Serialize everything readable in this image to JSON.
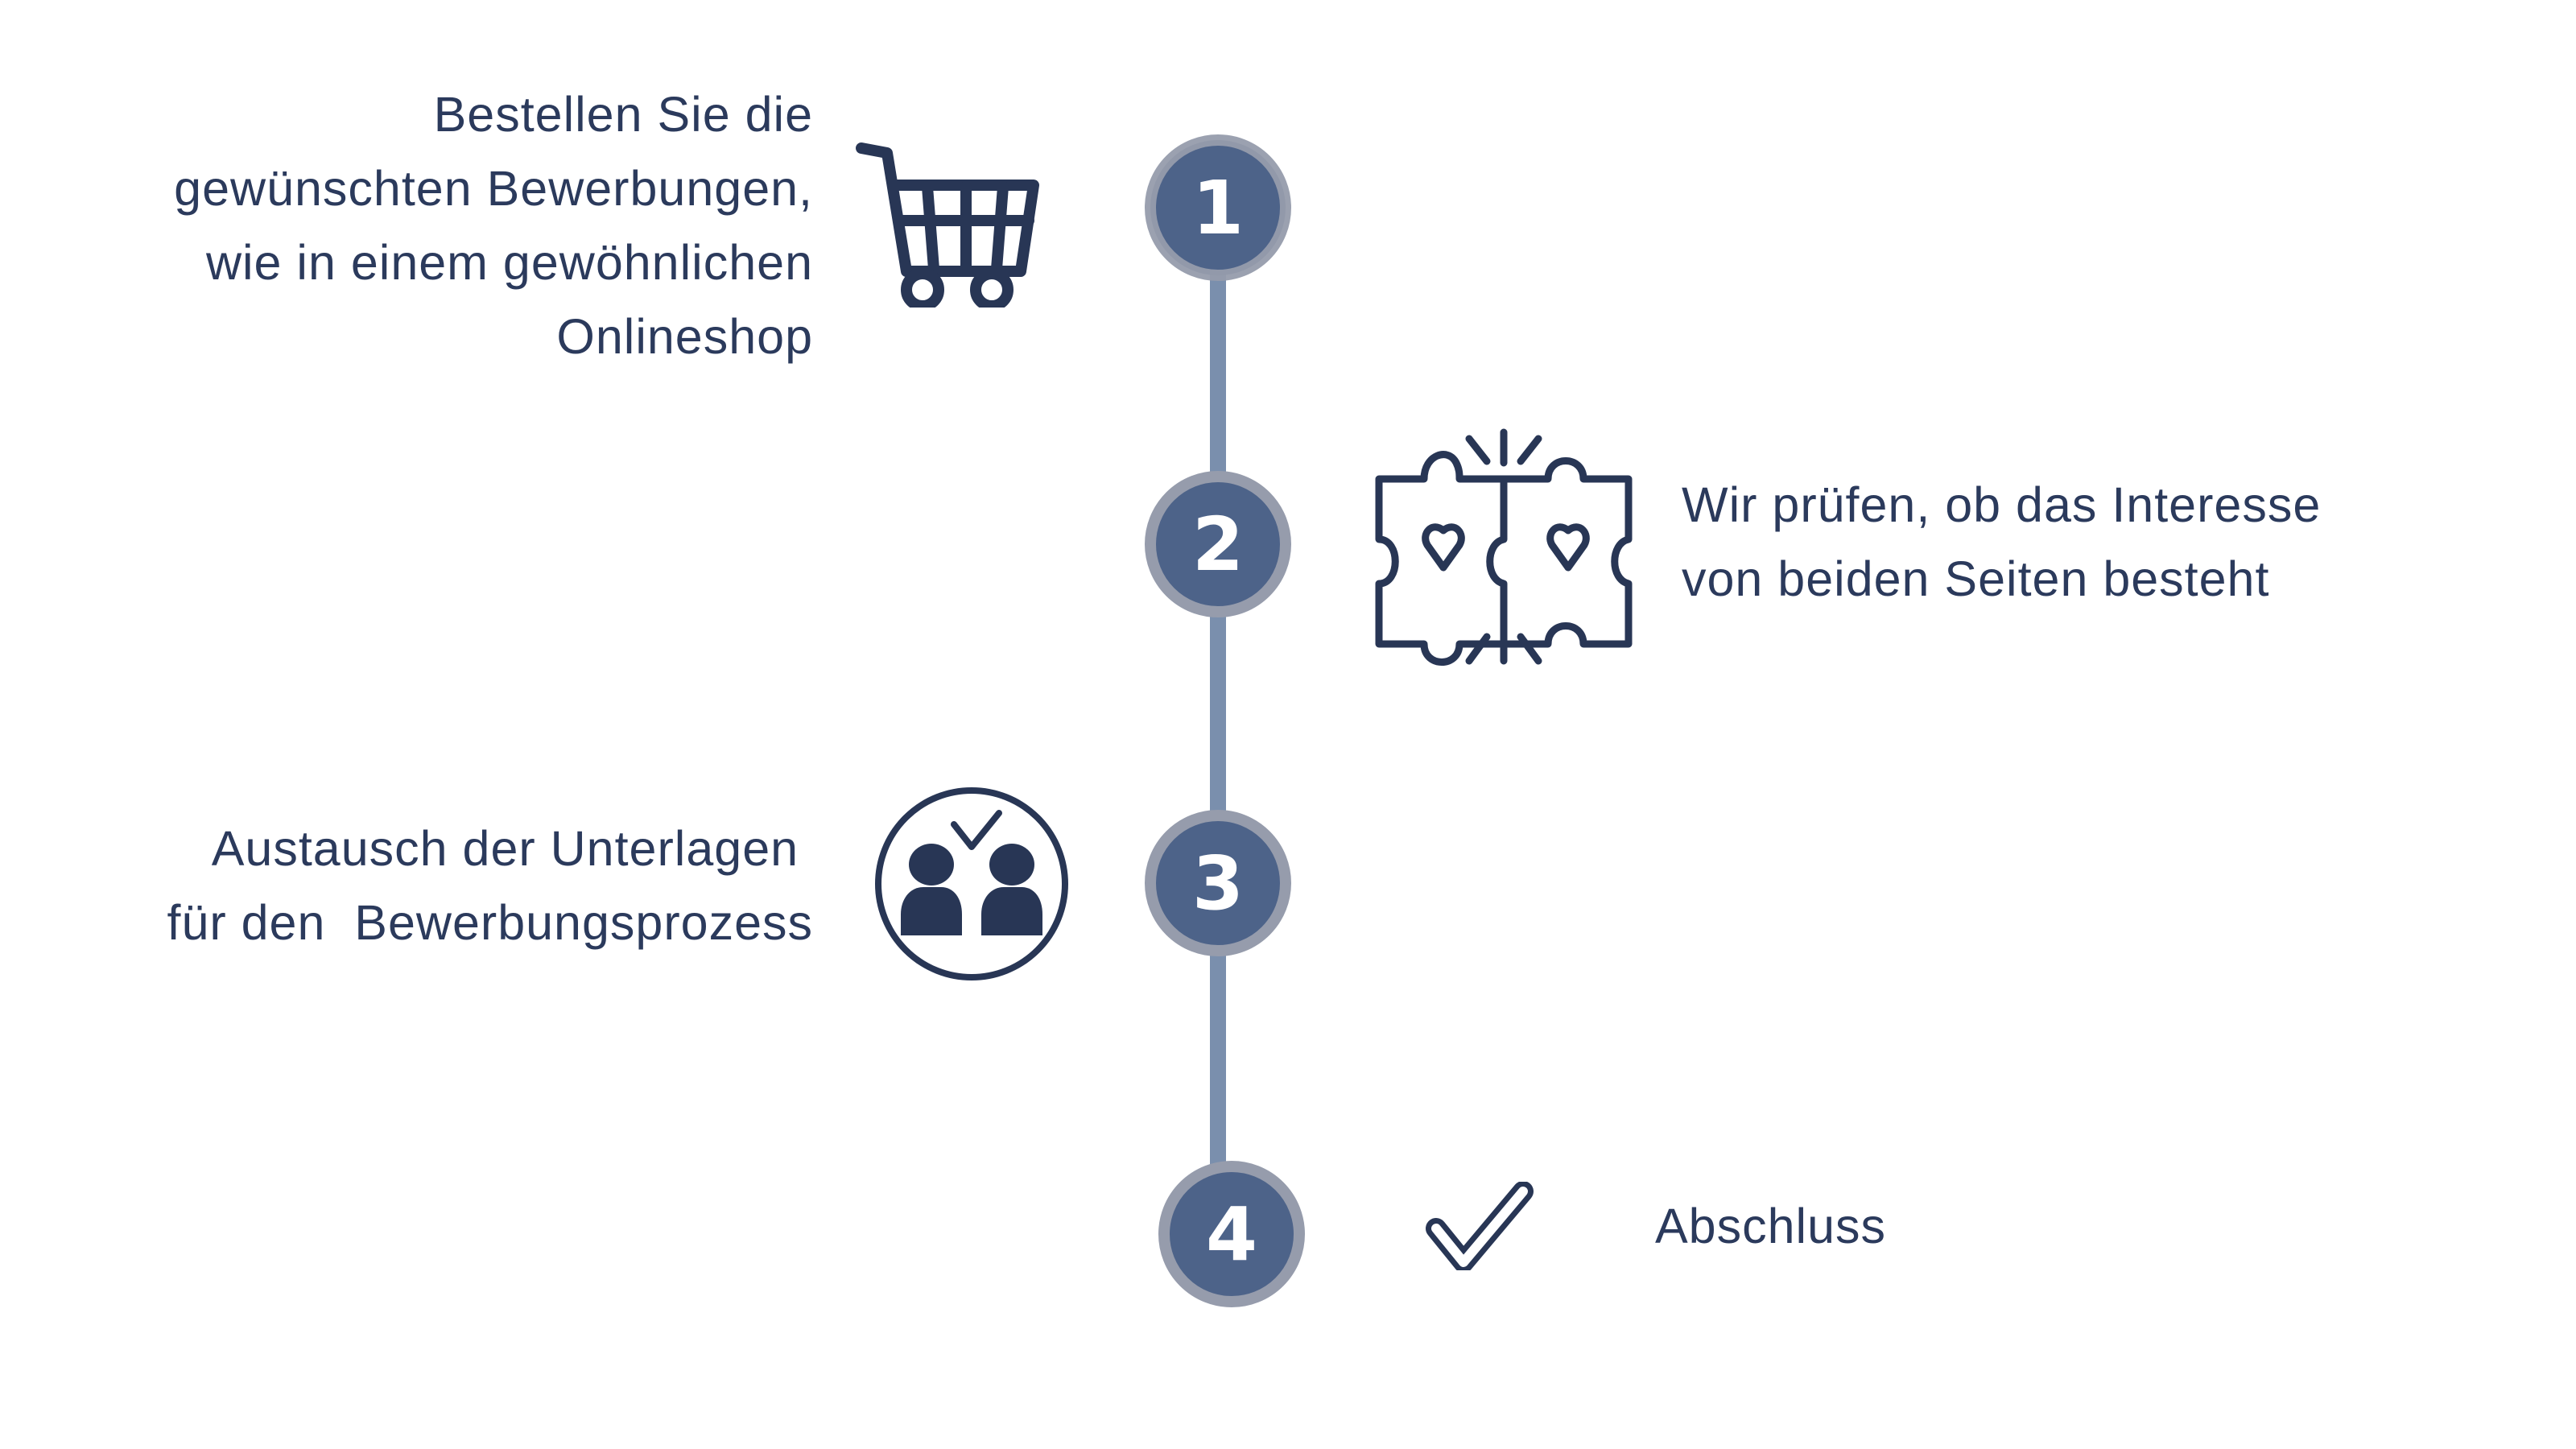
{
  "steps": [
    {
      "number": "1",
      "icon": "shopping-cart-icon",
      "lines": [
        "Bestellen Sie die",
        "gewünschten Bewerbungen,",
        "wie in einem gewöhnlichen",
        "Onlineshop"
      ]
    },
    {
      "number": "2",
      "icon": "puzzle-hearts-icon",
      "lines": [
        "Wir prüfen, ob das Interesse",
        "von beiden Seiten besteht"
      ]
    },
    {
      "number": "3",
      "icon": "people-check-icon",
      "lines": [
        "Austausch der Unterlagen ",
        "für den  Bewerbungsprozess"
      ]
    },
    {
      "number": "4",
      "icon": "checkmark-icon",
      "lines": [
        "Abschluss"
      ]
    }
  ],
  "colors": {
    "text": "#2b3a5c",
    "icon": "#283655",
    "circle_fill": "#4d6389",
    "circle_ring": "#969cac",
    "connector": "#7a8fad"
  }
}
